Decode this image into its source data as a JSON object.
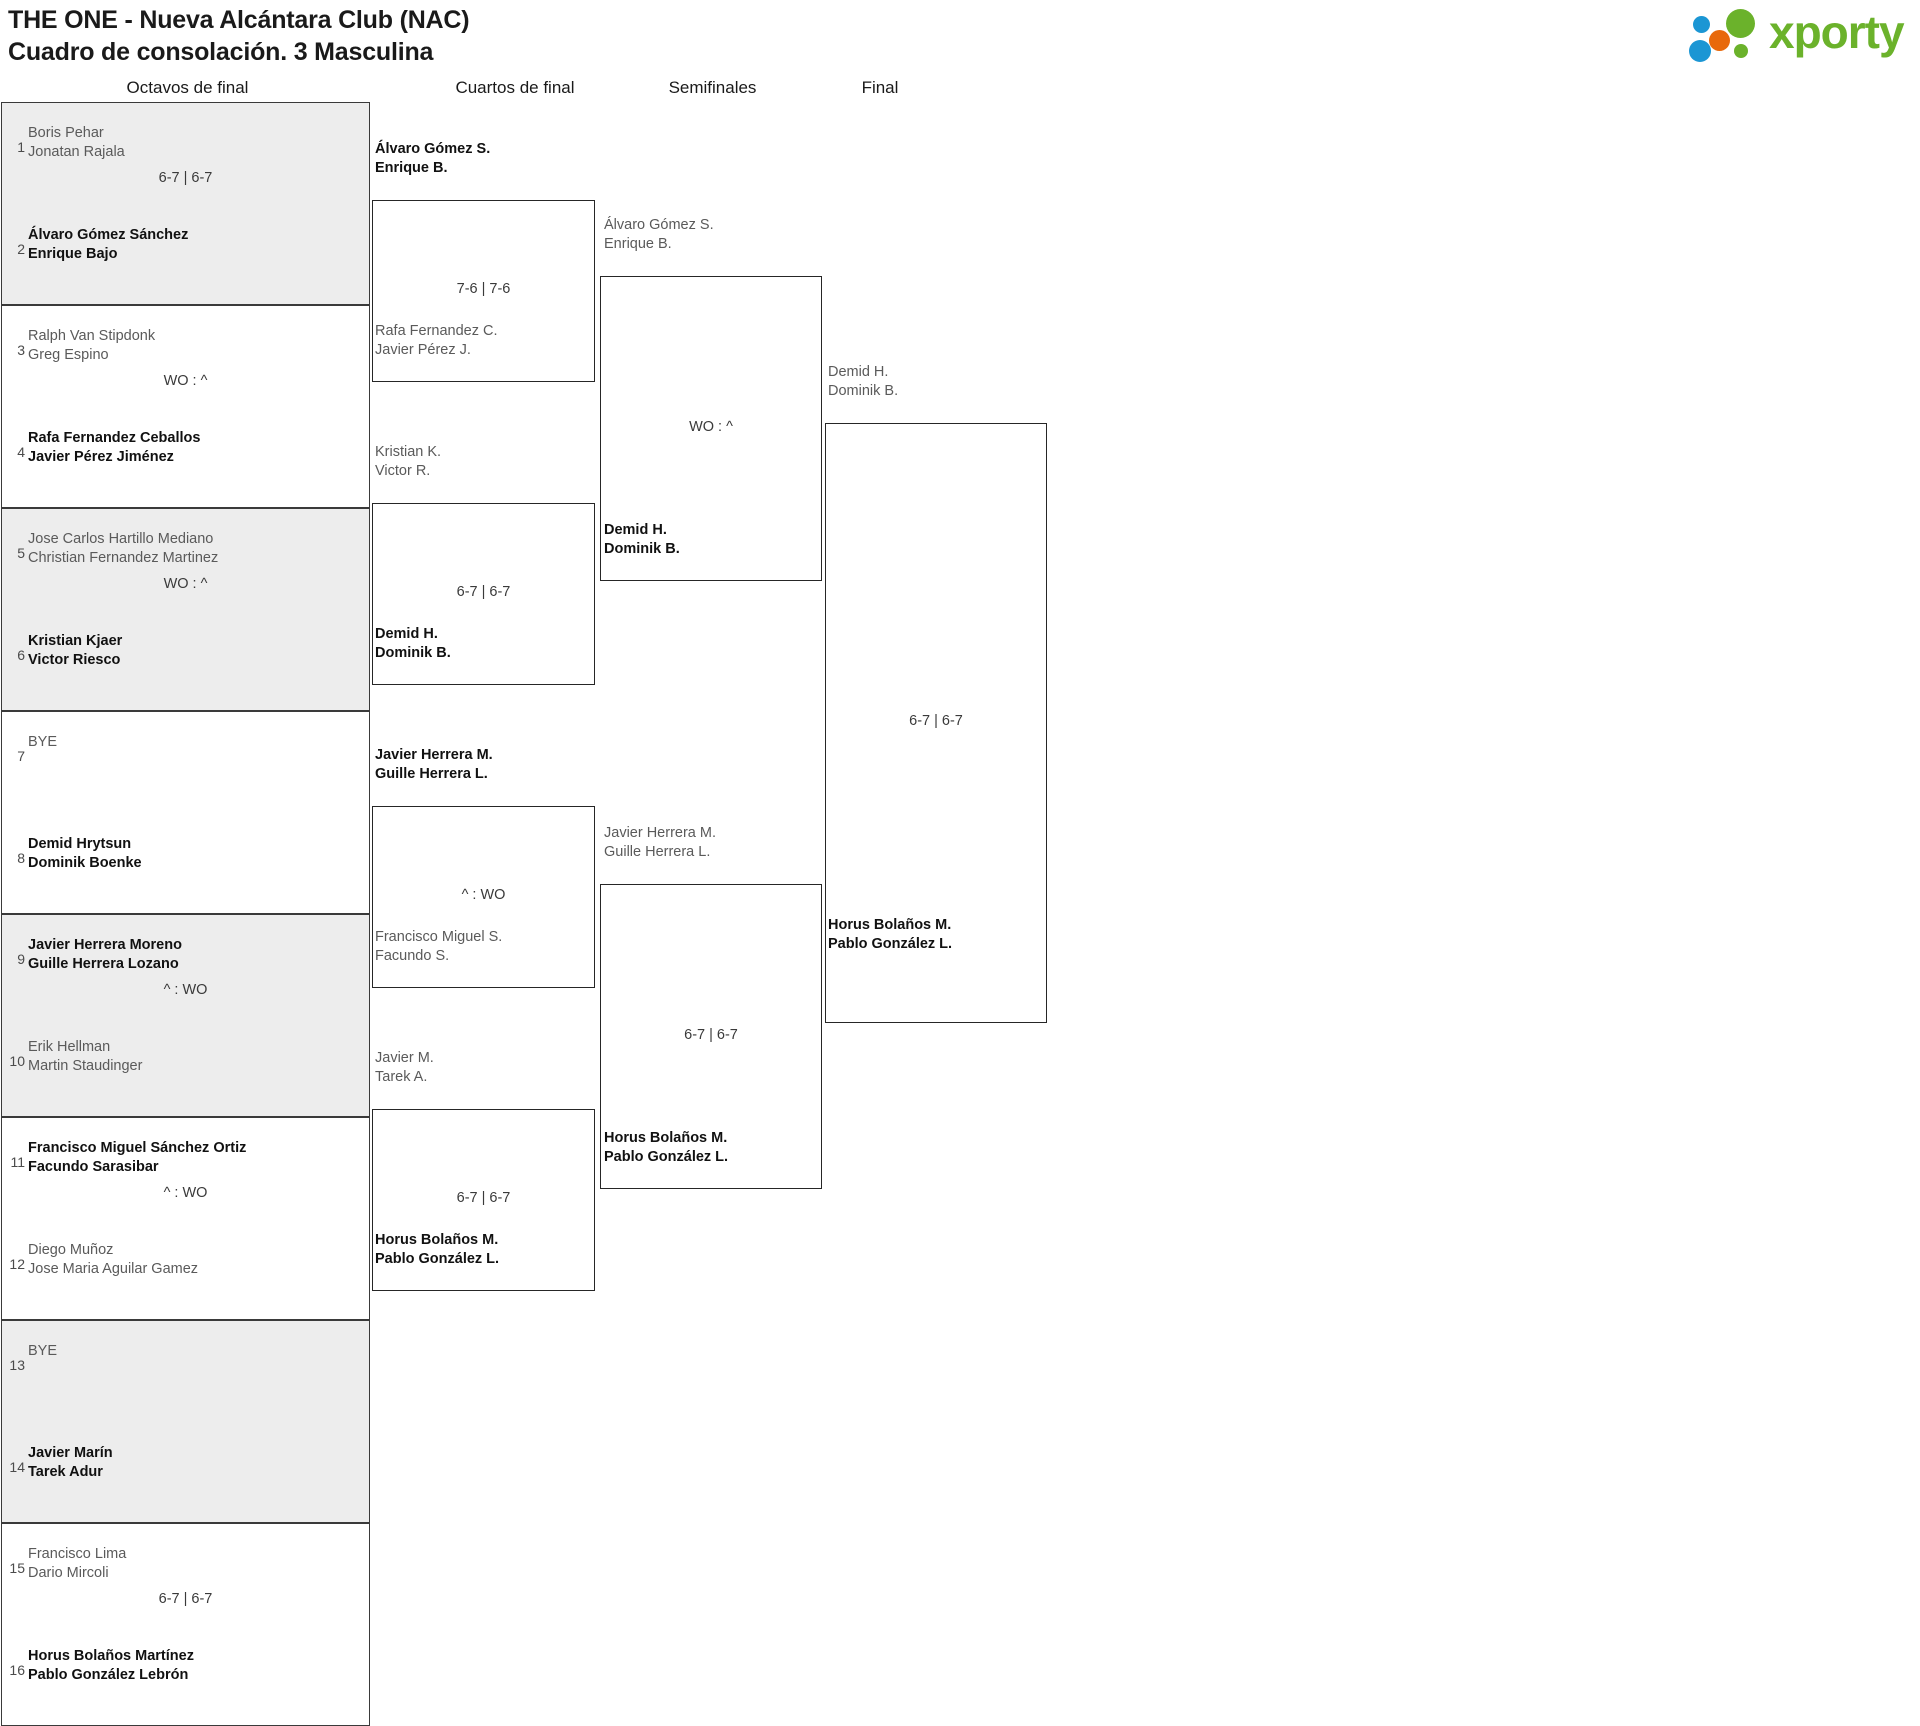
{
  "header": {
    "title_line1": "THE ONE - Nueva Alcántara Club (NAC)",
    "title_line2": "Cuadro de consolación. 3 Masculina",
    "logo_text": "xporty",
    "logo_colors": {
      "green": "#6bb22b",
      "blue": "#1b96d4",
      "orange": "#e8690b"
    }
  },
  "rounds": [
    {
      "label": "Octavos de final"
    },
    {
      "label": "Cuartos de final"
    },
    {
      "label": "Semifinales"
    },
    {
      "label": "Final"
    }
  ],
  "round1": {
    "matches": [
      {
        "score": "6-7 | 6-7",
        "shaded": true,
        "top": {
          "seed": "1",
          "p1": "Boris Pehar",
          "p2": "Jonatan Rajala",
          "winner": false
        },
        "bottom": {
          "seed": "2",
          "p1": "Álvaro Gómez Sánchez",
          "p2": "Enrique Bajo",
          "winner": true
        }
      },
      {
        "score": "WO : ^",
        "shaded": false,
        "top": {
          "seed": "3",
          "p1": "Ralph Van Stipdonk",
          "p2": "Greg Espino",
          "winner": false
        },
        "bottom": {
          "seed": "4",
          "p1": "Rafa Fernandez Ceballos",
          "p2": "Javier Pérez Jiménez",
          "winner": true
        }
      },
      {
        "score": "WO : ^",
        "shaded": true,
        "top": {
          "seed": "5",
          "p1": "Jose Carlos Hartillo Mediano",
          "p2": "Christian Fernandez Martinez",
          "winner": false
        },
        "bottom": {
          "seed": "6",
          "p1": "Kristian Kjaer",
          "p2": "Victor Riesco",
          "winner": true
        }
      },
      {
        "score": "",
        "shaded": false,
        "top": {
          "seed": "7",
          "p1": "BYE",
          "p2": "",
          "winner": false
        },
        "bottom": {
          "seed": "8",
          "p1": "Demid Hrytsun",
          "p2": "Dominik Boenke",
          "winner": true
        }
      },
      {
        "score": "^ : WO",
        "shaded": true,
        "top": {
          "seed": "9",
          "p1": "Javier Herrera Moreno",
          "p2": "Guille Herrera Lozano",
          "winner": true
        },
        "bottom": {
          "seed": "10",
          "p1": "Erik Hellman",
          "p2": "Martin Staudinger",
          "winner": false
        }
      },
      {
        "score": "^ : WO",
        "shaded": false,
        "top": {
          "seed": "11",
          "p1": "Francisco Miguel Sánchez Ortiz",
          "p2": "Facundo Sarasibar",
          "winner": true
        },
        "bottom": {
          "seed": "12",
          "p1": "Diego Muñoz",
          "p2": "Jose Maria Aguilar Gamez",
          "winner": false
        }
      },
      {
        "score": "",
        "shaded": true,
        "top": {
          "seed": "13",
          "p1": "BYE",
          "p2": "",
          "winner": false
        },
        "bottom": {
          "seed": "14",
          "p1": "Javier Marín",
          "p2": "Tarek Adur",
          "winner": true
        }
      },
      {
        "score": "6-7 | 6-7",
        "shaded": false,
        "top": {
          "seed": "15",
          "p1": "Francisco Lima",
          "p2": "Dario Mircoli",
          "winner": false
        },
        "bottom": {
          "seed": "16",
          "p1": "Horus Bolaños Martínez",
          "p2": "Pablo González Lebrón",
          "winner": true
        }
      }
    ]
  },
  "round2": {
    "matches": [
      {
        "score": "7-6 | 7-6",
        "top": {
          "p1": "Álvaro Gómez S.",
          "p2": "Enrique B.",
          "winner": true
        },
        "bottom": {
          "p1": "Rafa Fernandez C.",
          "p2": "Javier Pérez J.",
          "winner": false
        }
      },
      {
        "score": "6-7 | 6-7",
        "top": {
          "p1": "Kristian K.",
          "p2": "Victor R.",
          "winner": false
        },
        "bottom": {
          "p1": "Demid H.",
          "p2": "Dominik B.",
          "winner": true
        }
      },
      {
        "score": "^ : WO",
        "top": {
          "p1": "Javier Herrera M.",
          "p2": "Guille Herrera L.",
          "winner": true
        },
        "bottom": {
          "p1": "Francisco Miguel S.",
          "p2": "Facundo S.",
          "winner": false
        }
      },
      {
        "score": "6-7 | 6-7",
        "top": {
          "p1": "Javier M.",
          "p2": "Tarek A.",
          "winner": false
        },
        "bottom": {
          "p1": "Horus Bolaños M.",
          "p2": "Pablo González L.",
          "winner": true
        }
      }
    ]
  },
  "round3": {
    "matches": [
      {
        "score": "WO : ^",
        "top": {
          "p1": "Álvaro Gómez S.",
          "p2": "Enrique B.",
          "winner": false
        },
        "bottom": {
          "p1": "Demid H.",
          "p2": "Dominik B.",
          "winner": true
        }
      },
      {
        "score": "6-7 | 6-7",
        "top": {
          "p1": "Javier Herrera M.",
          "p2": "Guille Herrera L.",
          "winner": false
        },
        "bottom": {
          "p1": "Horus Bolaños M.",
          "p2": "Pablo González L.",
          "winner": true
        }
      }
    ]
  },
  "round4": {
    "matches": [
      {
        "score": "6-7 | 6-7",
        "top": {
          "p1": "Demid H.",
          "p2": "Dominik B.",
          "winner": false
        },
        "bottom": {
          "p1": "Horus Bolaños M.",
          "p2": "Pablo González L.",
          "winner": true
        }
      }
    ]
  }
}
